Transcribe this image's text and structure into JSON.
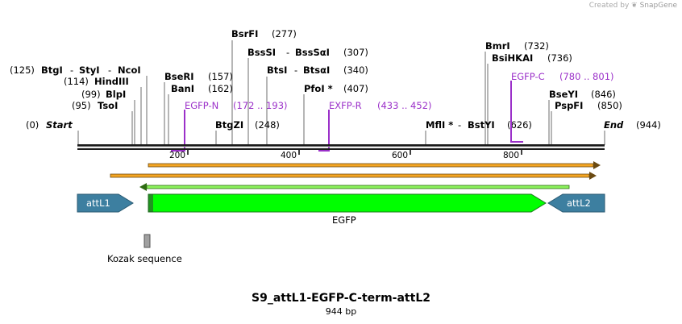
{
  "credit": {
    "prefix": "Created by",
    "brand": "SnapGene"
  },
  "map": {
    "name": "S9_attL1-EGFP-C-term-attL2",
    "length_label": "944 bp",
    "length_bp": 944,
    "sites": [
      {
        "label": "Start",
        "pos": "(0)",
        "italic": true
      },
      {
        "label": "TsoI",
        "pos": "(95)"
      },
      {
        "label": "BlpI",
        "pos": "(99)"
      },
      {
        "label": "HindIII",
        "pos": "(114)"
      },
      {
        "label": "BtgI",
        "pos": "(125)"
      },
      {
        "label": "StyI",
        "pos": ""
      },
      {
        "label": "NcoI",
        "pos": ""
      },
      {
        "label": "BseRI",
        "pos": "(157)"
      },
      {
        "label": "BanI",
        "pos": "(162)"
      },
      {
        "label": "BtgZI",
        "pos": "(248)"
      },
      {
        "label": "BsrFI",
        "pos": "(277)"
      },
      {
        "label": "BssSI",
        "pos": ""
      },
      {
        "label": "BssSαI",
        "pos": "(307)"
      },
      {
        "label": "BtsI",
        "pos": ""
      },
      {
        "label": "BtsαI",
        "pos": "(340)"
      },
      {
        "label": "PfoI *",
        "pos": "(407)"
      },
      {
        "label": "MflI *",
        "pos": ""
      },
      {
        "label": "BstYI",
        "pos": "(626)"
      },
      {
        "label": "BmrI",
        "pos": "(732)"
      },
      {
        "label": "BsiHKAI",
        "pos": "(736)"
      },
      {
        "label": "BseYI",
        "pos": "(846)"
      },
      {
        "label": "PspFI",
        "pos": "(850)"
      },
      {
        "label": "End",
        "pos": "(944)",
        "italic": true
      }
    ],
    "primers": [
      {
        "name": "EGFP-N",
        "range": "(172 .. 193)"
      },
      {
        "name": "EXFP-R",
        "range": "(433 .. 452)"
      },
      {
        "name": "EGFP-C",
        "range": "(780 .. 801)"
      }
    ],
    "ticks": [
      200,
      400,
      600,
      800
    ],
    "features": {
      "attL1": "attL1",
      "attL2": "attL2",
      "egfp": "EGFP",
      "kozak": "Kozak sequence"
    },
    "colors": {
      "feature_teal": "#3d7fa0",
      "egfp": "#00ff00",
      "orf_orange": "#f5a623",
      "primer_purple": "#9b30c9",
      "kozak_gray": "#a0a0a0"
    }
  }
}
